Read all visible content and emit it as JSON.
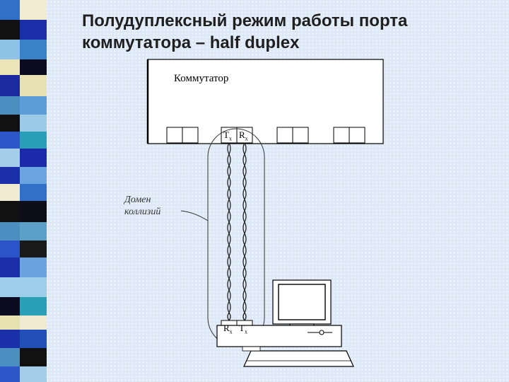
{
  "slide": {
    "title_line1": "Полудуплексный режим работы порта",
    "title_line2": "коммутатора – half duplex"
  },
  "diagram": {
    "switch_label": "Коммутатор",
    "collision_domain_line1": "Домен",
    "collision_domain_line2": "коллизий",
    "switch_port": {
      "tx": "T",
      "tx_sub": "x",
      "rx": "R",
      "rx_sub": "x"
    },
    "pc_port": {
      "rx": "R",
      "rx_sub": "x",
      "tx": "T",
      "tx_sub": "x"
    }
  },
  "colors": {
    "background": "#dde9f7",
    "sidebar": [
      "#f5f0d8",
      "#1a2fa8",
      "#6aa3e0",
      "#1a1a1a",
      "#9ccce8",
      "#4a8fbf",
      "#2d56c8",
      "#e8e3b0",
      "#0a0a2a",
      "#5c9ed8"
    ]
  }
}
